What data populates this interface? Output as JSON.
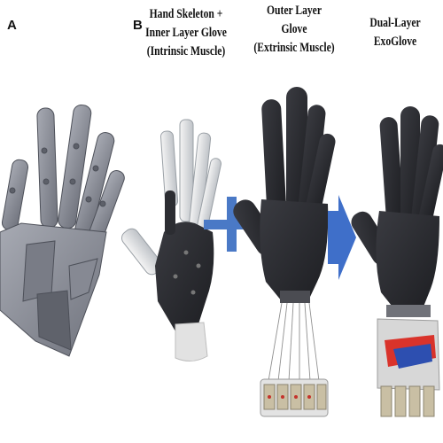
{
  "panels": {
    "a": {
      "letter": "A"
    },
    "b": {
      "letter": "B"
    }
  },
  "captions": {
    "skeleton": [
      "Hand Skeleton +",
      "Inner Layer Glove",
      "(Intrinsic Muscle)"
    ],
    "outer": [
      "Outer Layer",
      "Glove",
      "(Extrinsic Muscle)"
    ],
    "dual": [
      "Dual-Layer",
      "ExoGlove"
    ]
  },
  "colors": {
    "skeleton_gray": "#8c8f99",
    "glove_black": "#2a2b30",
    "plus_blue": "#4a79c6",
    "arrow_blue": "#3f6fc9",
    "red_band": "#d9332b",
    "blue_band": "#2d4fb0"
  }
}
